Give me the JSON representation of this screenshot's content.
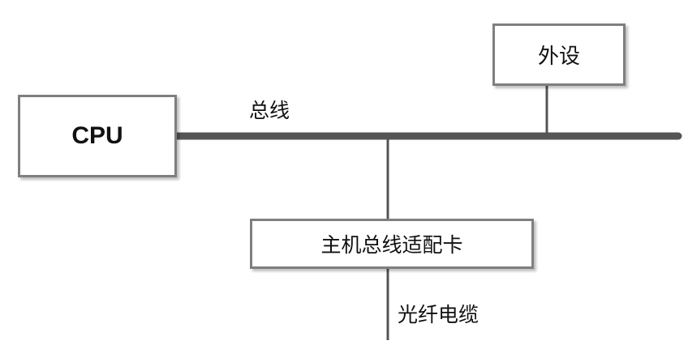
{
  "diagram": {
    "nodes": {
      "cpu": "CPU",
      "peripheral": "外设",
      "host_bus_adapter": "主机总线适配卡"
    },
    "labels": {
      "bus": "总线",
      "fiber_cable": "光纤电缆"
    },
    "edges": [
      {
        "from": "cpu",
        "to": "bus"
      },
      {
        "from": "bus",
        "to": "peripheral"
      },
      {
        "from": "bus",
        "to": "host_bus_adapter"
      },
      {
        "from": "host_bus_adapter",
        "to": "fiber_cable"
      }
    ],
    "colors": {
      "bus_line": "#555555",
      "box_border": "#7f7f7f",
      "connector": "#555555"
    }
  }
}
